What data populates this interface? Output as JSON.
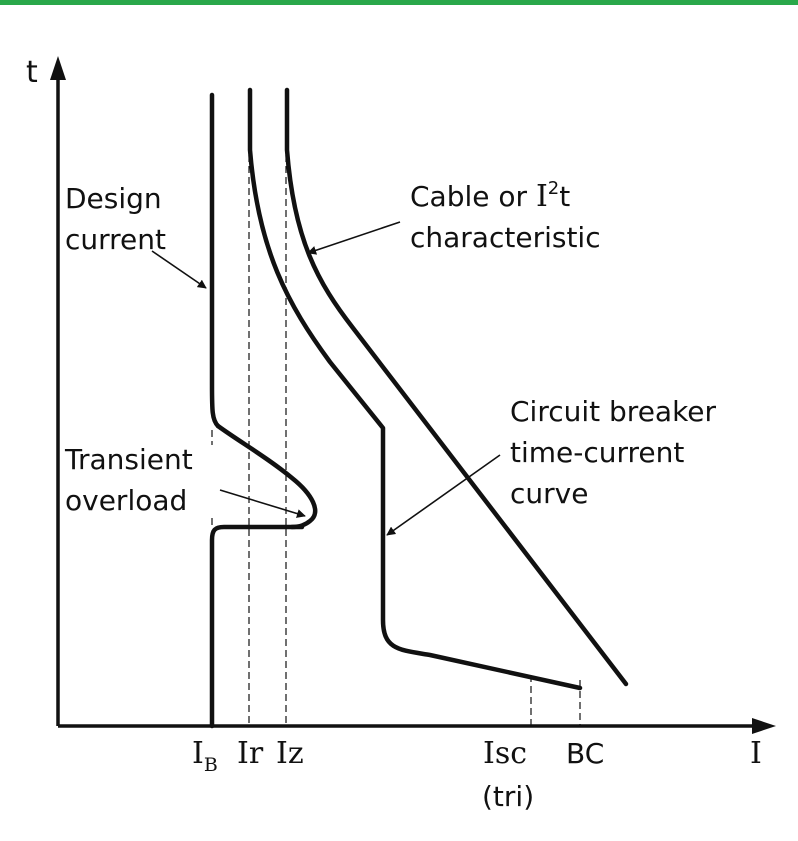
{
  "colors": {
    "top_rule": "#2aa84a",
    "ink": "#111111",
    "background": "#ffffff"
  },
  "axes": {
    "y_label": "t",
    "x_label": "I"
  },
  "x_ticks": {
    "ib_main": "I",
    "ib_sub": "B",
    "ir": "Ir",
    "iz": "Iz",
    "isc_line1": "Isc",
    "isc_line2": "(tri)",
    "bc": "BC"
  },
  "annotations": {
    "design_current": {
      "line1": "Design",
      "line2": "current"
    },
    "cable": {
      "line1": "Cable or ",
      "line1_symbol": "I",
      "line1_sup": "2",
      "line1_end": "t",
      "line2": "characteristic"
    },
    "transient": {
      "line1": "Transient",
      "line2": "overload"
    },
    "breaker": {
      "line1": "Circuit breaker",
      "line2": "time-current",
      "line3": "curve"
    }
  },
  "curves": [
    "design-current-curve",
    "cable-i2t-curve",
    "circuit-breaker-curve"
  ]
}
